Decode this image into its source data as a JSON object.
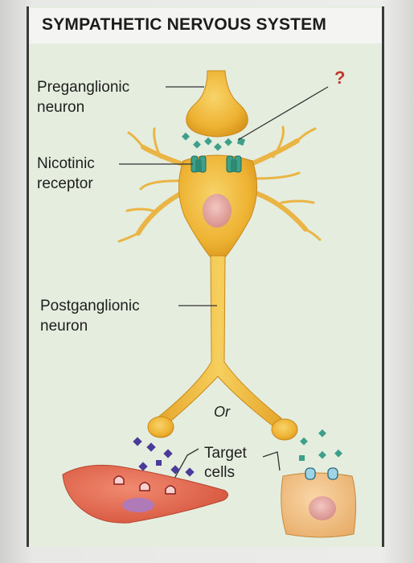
{
  "title": "SYMPATHETIC NERVOUS SYSTEM",
  "labels": {
    "preganglionic": [
      "Preganglionic",
      "neuron"
    ],
    "nicotinic": [
      "Nicotinic",
      "receptor"
    ],
    "postganglionic": [
      "Postganglionic",
      "neuron"
    ],
    "target": [
      "Target",
      "cells"
    ],
    "unknown": "?",
    "or": "Or"
  },
  "colors": {
    "panel": "#e4edde",
    "neuron": "#f0b93a",
    "neuron_shade": "#d79a22",
    "nucleus": "#e3a9a4",
    "receptor": "#3fa08a",
    "neurotransmitter_left": "#4a3a9a",
    "neurotransmitter_right": "#3fa08a",
    "muscle_cell": "#e36a52",
    "gland_cell": "#f0c08a",
    "question": "#c0392b"
  }
}
